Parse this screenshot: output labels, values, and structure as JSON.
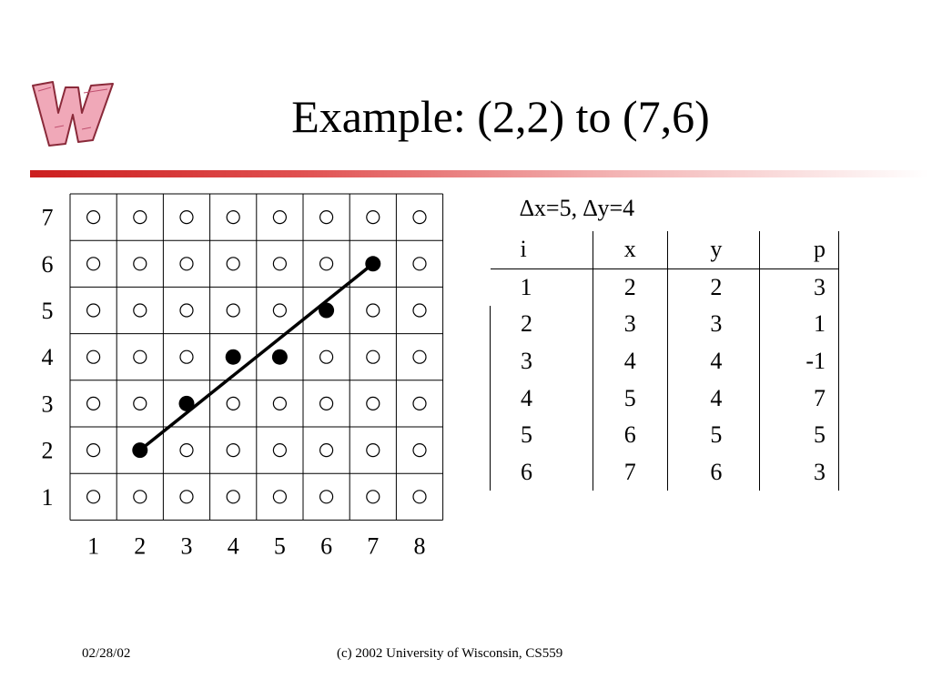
{
  "title": "Example: (2,2) to (7,6)",
  "table": {
    "caption": "∆x=5, ∆y=4",
    "headers": [
      "i",
      "x",
      "y",
      "p"
    ],
    "rows": [
      [
        "1",
        "2",
        "2",
        "3"
      ],
      [
        "2",
        "3",
        "3",
        "1"
      ],
      [
        "3",
        "4",
        "4",
        "-1"
      ],
      [
        "4",
        "5",
        "4",
        "7"
      ],
      [
        "5",
        "6",
        "5",
        "5"
      ],
      [
        "6",
        "7",
        "6",
        "3"
      ]
    ]
  },
  "grid": {
    "x_labels": [
      "1",
      "2",
      "3",
      "4",
      "5",
      "6",
      "7",
      "8"
    ],
    "y_labels": [
      "1",
      "2",
      "3",
      "4",
      "5",
      "6",
      "7"
    ],
    "line_start": [
      2,
      2
    ],
    "line_end": [
      7,
      6
    ],
    "filled_pixels": [
      [
        2,
        2
      ],
      [
        3,
        3
      ],
      [
        4,
        4
      ],
      [
        5,
        4
      ],
      [
        6,
        5
      ],
      [
        7,
        6
      ]
    ]
  },
  "footer": {
    "date": "02/28/02",
    "copyright": "(c) 2002 University of Wisconsin, CS559"
  },
  "colors": {
    "logo_fill": "#f0a8b8",
    "logo_outline": "#8a2a3a",
    "rule_start": "#cc1f1f"
  }
}
